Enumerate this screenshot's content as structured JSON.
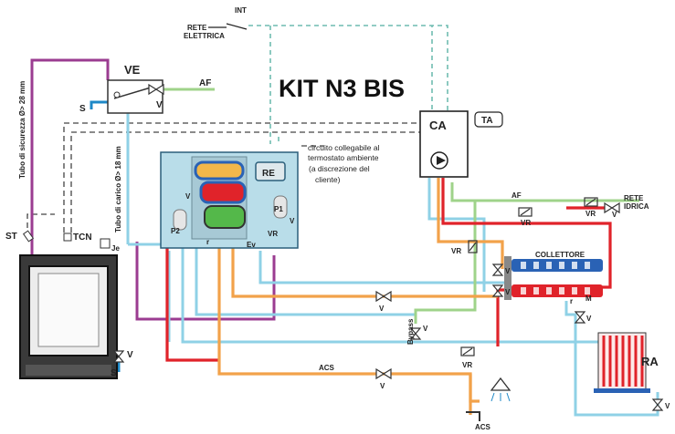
{
  "title": "KIT N3 BIS",
  "labels": {
    "int": "INT",
    "rete_elettrica_1": "RETE",
    "rete_elettrica_2": "ELETTRICA",
    "ve": "VE",
    "af": "AF",
    "s": "S",
    "v": "V",
    "ca": "CA",
    "ta": "TA",
    "re": "RE",
    "p1": "P1",
    "p2": "P2",
    "vr": "VR",
    "r": "r",
    "ev": "Ev",
    "st": "ST",
    "tcn": "TCN",
    "je": "Je",
    "rete_idrica_1": "RETE",
    "rete_idrica_2": "IDRICA",
    "collettore": "COLLETTORE",
    "m": "M",
    "ra": "RA",
    "acs": "ACS",
    "bypass": "Bypass"
  },
  "note_lines": [
    "circuito collegabile al",
    "termostato ambiente",
    "(a discrezione del",
    "cliente)"
  ],
  "vertical_labels": {
    "safety_pipe": "Tubo di sicurezza Ø> 28 mm",
    "load_pipe": "Tubo di carico Ø> 18 mm"
  },
  "colors": {
    "hot": "#e0232a",
    "warm": "#f2a24a",
    "cold": "#8fd1e6",
    "cold_dark": "#1e88c7",
    "return_green": "#9fd38a",
    "purple": "#9b3c91",
    "electric": "#6fbcb0",
    "kit_fill": "#b9dde9"
  }
}
